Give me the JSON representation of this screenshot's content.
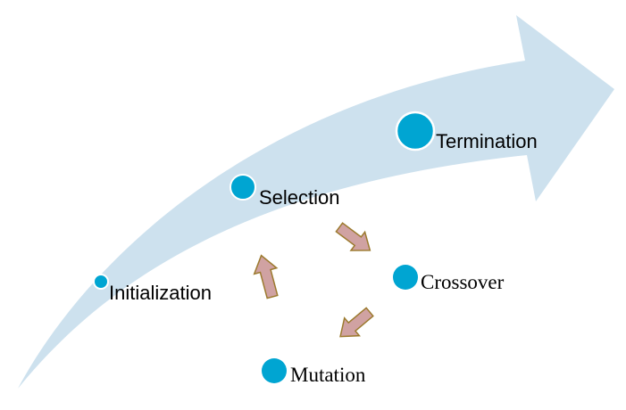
{
  "diagram": {
    "stages": {
      "initialization": "Initialization",
      "selection": "Selection",
      "termination": "Termination",
      "crossover": "Crossover",
      "mutation": "Mutation"
    },
    "colors": {
      "big_arrow": "#cde1ee",
      "node_fill": "#00a5d2",
      "node_stroke": "#ffffff",
      "cycle_arrow_fill": "#d0a2a2",
      "cycle_arrow_stroke": "#9c7a2e"
    }
  }
}
